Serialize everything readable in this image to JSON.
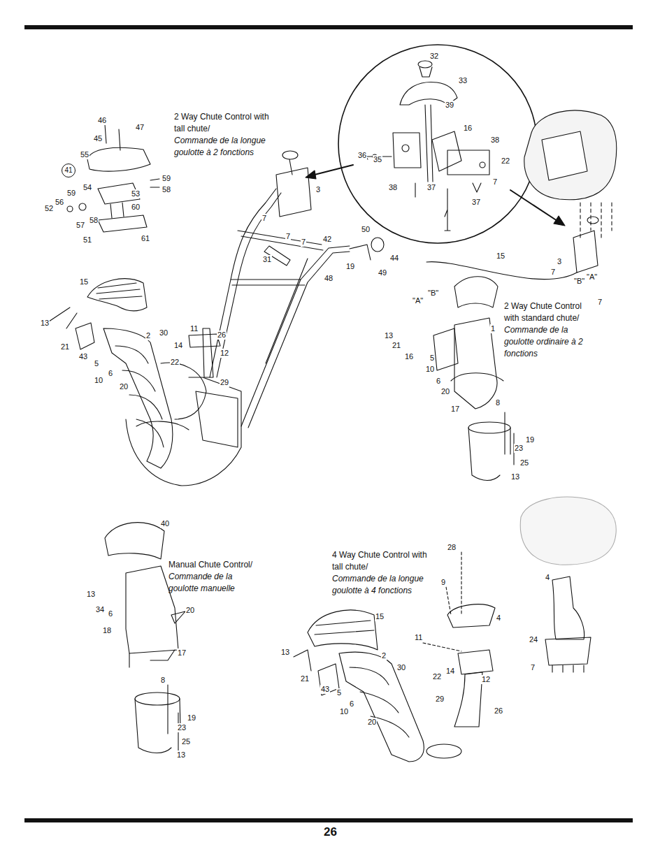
{
  "diagram": {
    "nodes": [
      {
        "text": [
          "41"
        ]
      }
    ],
    "labels": [
      "46",
      "47",
      "45",
      "2 Way Chute Control with tall chute/",
      "Commande de la longue goulotte à 2 fonctions",
      "55",
      "59",
      "58",
      "54",
      "59",
      "53",
      "56",
      "52",
      "60",
      "57",
      "58",
      "51",
      "61",
      "32",
      "33",
      "39",
      "16",
      "38",
      "36",
      "35",
      "22",
      "38",
      "37",
      "7",
      "37",
      "3",
      "7",
      "7",
      "7",
      "42",
      "50",
      "31",
      "19",
      "48",
      "49",
      "44",
      "15",
      "13",
      "21",
      "2",
      "30",
      "11",
      "14",
      "26",
      "12",
      "22",
      "43",
      "5",
      "6",
      "10",
      "20",
      "29",
      "15",
      "3",
      "7",
      "\"B\"",
      "\"A\"",
      "7",
      "\"A\"",
      "\"B\"",
      "2 Way Chute Control with standard chute/",
      "Commande de la goulotte ordinaire à 2 fonctions",
      "13",
      "21",
      "1",
      "16",
      "5",
      "10",
      "6",
      "20",
      "17",
      "8",
      "19",
      "23",
      "25",
      "13",
      "40",
      "Manual Chute Control/",
      "Commande de la goulotte manuelle",
      "13",
      "34",
      "6",
      "20",
      "18",
      "17",
      "8",
      "19",
      "23",
      "25",
      "13",
      "4 Way Chute Control with tall chute/",
      "Commande de la longue goulotte à 4 fonctions",
      "28",
      "9",
      "15",
      "4",
      "11",
      "13",
      "2",
      "30",
      "22",
      "14",
      "12",
      "21",
      "43",
      "29",
      "5",
      "6",
      "26",
      "10",
      "20",
      "4",
      "24",
      "7",
      "26"
    ]
  }
}
